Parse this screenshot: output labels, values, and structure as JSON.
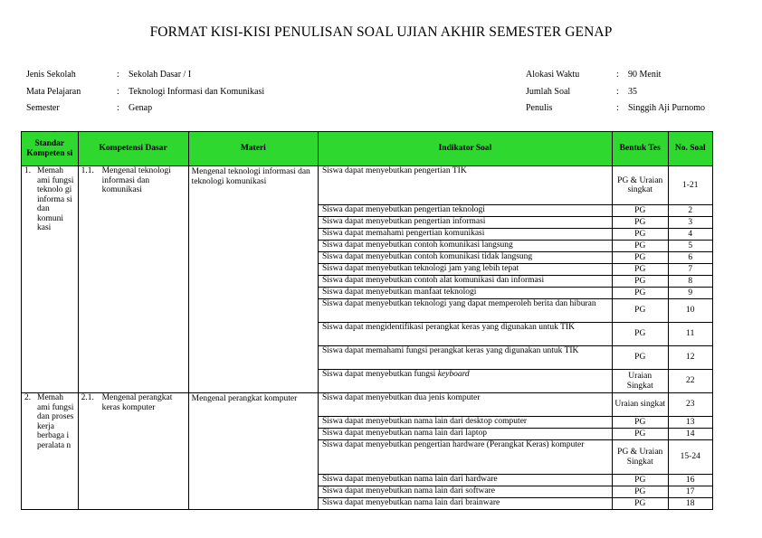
{
  "title": "FORMAT KISI-KISI PENULISAN SOAL UJIAN AKHIR SEMESTER GENAP",
  "meta_left": [
    {
      "label": "Jenis Sekolah",
      "sep": ":",
      "value": "Sekolah Dasar / I"
    },
    {
      "label": "Mata Pelajaran",
      "sep": ":",
      "value": "Teknologi Informasi dan Komunikasi"
    },
    {
      "label": "Semester",
      "sep": ":",
      "value": "Genap"
    }
  ],
  "meta_right": [
    {
      "label": "Alokasi Waktu",
      "sep": ":",
      "value": "90 Menit"
    },
    {
      "label": "Jumlah Soal",
      "sep": ":",
      "value": "35"
    },
    {
      "label": "Penulis",
      "sep": ":",
      "value": "Singgih Aji Purnomo"
    }
  ],
  "headers": {
    "sk": "Standar Kompeten si",
    "kd": "Kompetensi Dasar",
    "materi": "Materi",
    "indikator": "Indikator Soal",
    "bentuk": "Bentuk Tes",
    "no": "No. Soal"
  },
  "groups": [
    {
      "sk_num": "1.",
      "sk_text": "Memah ami fungsi teknolo gi informa si dan komuni kasi",
      "kd_num": "1.1.",
      "kd_text": "Mengenal teknologi informasi dan komunikasi",
      "materi": "Mengenal teknologi informasi dan teknologi komunikasi",
      "rows": [
        {
          "indikator": "Siswa dapat menyebutkan pengertian TIK",
          "bentuk": "PG & Uraian singkat",
          "no": "1-21"
        },
        {
          "indikator": "Siswa dapat menyebutkan pengertian teknologi",
          "bentuk": "PG",
          "no": "2"
        },
        {
          "indikator": "Siswa dapat menyebutkan pengertian informasi",
          "bentuk": "PG",
          "no": "3"
        },
        {
          "indikator": "Siswa dapat memahami pengertian komunikasi",
          "bentuk": "PG",
          "no": "4"
        },
        {
          "indikator": "Siswa dapat menyebutkan contoh komunikasi langsung",
          "bentuk": "PG",
          "no": "5"
        },
        {
          "indikator": "Siswa dapat menyebutkan contoh komunikasi tidak langsung",
          "bentuk": "PG",
          "no": "6"
        },
        {
          "indikator": "Siswa dapat menyebutkan teknologi jam yang lebih tepat",
          "bentuk": "PG",
          "no": "7"
        },
        {
          "indikator": "Siswa dapat menyebutkan contoh alat komunikasi dan informasi",
          "bentuk": "PG",
          "no": "8"
        },
        {
          "indikator": "Siswa dapat menyebutkan manfaat teknologi",
          "bentuk": "PG",
          "no": "9"
        },
        {
          "indikator": "Siswa dapat menyebutkan teknologi yang dapat memperoleh berita dan hiburan",
          "bentuk": "PG",
          "no": "10"
        },
        {
          "indikator": "Siswa dapat mengidentifikasi perangkat keras yang digunakan untuk TIK",
          "bentuk": "PG",
          "no": "11"
        },
        {
          "indikator": "Siswa dapat memahami fungsi perangkat keras yang digunakan untuk TIK",
          "bentuk": "PG",
          "no": "12"
        },
        {
          "indikator": "Siswa dapat menyebutkan fungsi",
          "indikator_italic": "keyboard",
          "bentuk": "Uraian Singkat",
          "no": "22"
        }
      ]
    },
    {
      "sk_num": "2.",
      "sk_text": "Memah ami fungsi dan proses kerja berbaga i peralata n",
      "kd_num": "2.1.",
      "kd_text": "Mengenal perangkat keras komputer",
      "materi": "Mengenal perangkat komputer",
      "rows": [
        {
          "indikator": "Siswa dapat menyebutkan dua jenis komputer",
          "bentuk": "Uraian singkat",
          "no": "23"
        },
        {
          "indikator": "Siswa dapat menyebutkan nama lain dari desktop computer",
          "bentuk": "PG",
          "no": "13"
        },
        {
          "indikator": "Siswa dapat menyebutkan nama lain dari laptop",
          "bentuk": "PG",
          "no": "14"
        },
        {
          "indikator": "Siswa dapat menyebutkan pengertian hardware (Perangkat Keras) komputer",
          "bentuk": "PG & Uraian Singkat",
          "no": "15-24"
        },
        {
          "indikator": "Siswa dapat menyebutkan nama lain dari hardware",
          "bentuk": "PG",
          "no": "16"
        },
        {
          "indikator": "Siswa dapat menyebutkan nama lain dari software",
          "bentuk": "PG",
          "no": "17"
        },
        {
          "indikator": "Siswa dapat menyebutkan nama lain dari brainware",
          "bentuk": "PG",
          "no": "18"
        }
      ]
    }
  ]
}
